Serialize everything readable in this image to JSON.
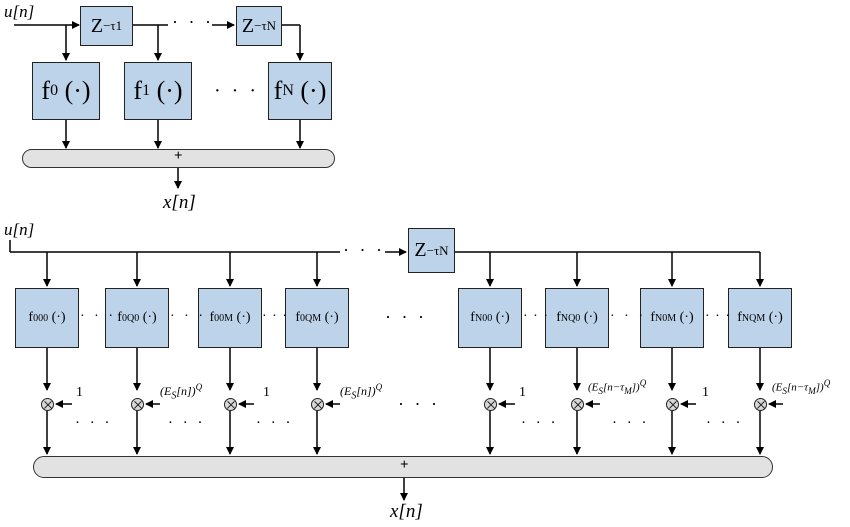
{
  "top": {
    "input_label": "u[n]",
    "output_label": "x[n]",
    "sum_label": "+",
    "delays": [
      {
        "base": "Z",
        "exp": "−τ1"
      },
      {
        "base": "Z",
        "exp": "−τN"
      }
    ],
    "functions": [
      {
        "name": "f",
        "sub": "0",
        "arg": "(·)"
      },
      {
        "name": "f",
        "sub": "1",
        "arg": "(·)"
      },
      {
        "name": "f",
        "sub": "N",
        "arg": "(·)"
      }
    ],
    "ellipsis": "· · ·"
  },
  "bottom": {
    "input_label": "u[n]",
    "output_label": "x[n]",
    "sum_label": "+",
    "delay": {
      "base": "Z",
      "exp": "−τN"
    },
    "functions": [
      {
        "name": "f",
        "sub": "000",
        "arg": "(·)"
      },
      {
        "name": "f",
        "sub": "0Q0",
        "arg": "(·)"
      },
      {
        "name": "f",
        "sub": "00M",
        "arg": "(·)"
      },
      {
        "name": "f",
        "sub": "0QM",
        "arg": "(·)"
      },
      {
        "name": "f",
        "sub": "N00",
        "arg": "(·)"
      },
      {
        "name": "f",
        "sub": "NQ0",
        "arg": "(·)"
      },
      {
        "name": "f",
        "sub": "N0M",
        "arg": "(·)"
      },
      {
        "name": "f",
        "sub": "NQM",
        "arg": "(·)"
      }
    ],
    "gains": [
      {
        "text": "1"
      },
      {
        "text": "(E",
        "sub": "S",
        "rest": "[n])",
        "sup": "Q"
      },
      {
        "text": "1"
      },
      {
        "text": "(E",
        "sub": "S",
        "rest": "[n])",
        "sup": "Q"
      },
      {
        "text": "1"
      },
      {
        "text": "(E",
        "sub": "S",
        "rest": "[n−τ",
        "sub2": "M",
        "rest2": "])",
        "sup": "Q"
      },
      {
        "text": "1"
      },
      {
        "text": "(E",
        "sub": "S",
        "rest": "[n−τ",
        "sub2": "M",
        "rest2": "])",
        "sup": "Q"
      }
    ],
    "ellipsis": "· · ·"
  }
}
